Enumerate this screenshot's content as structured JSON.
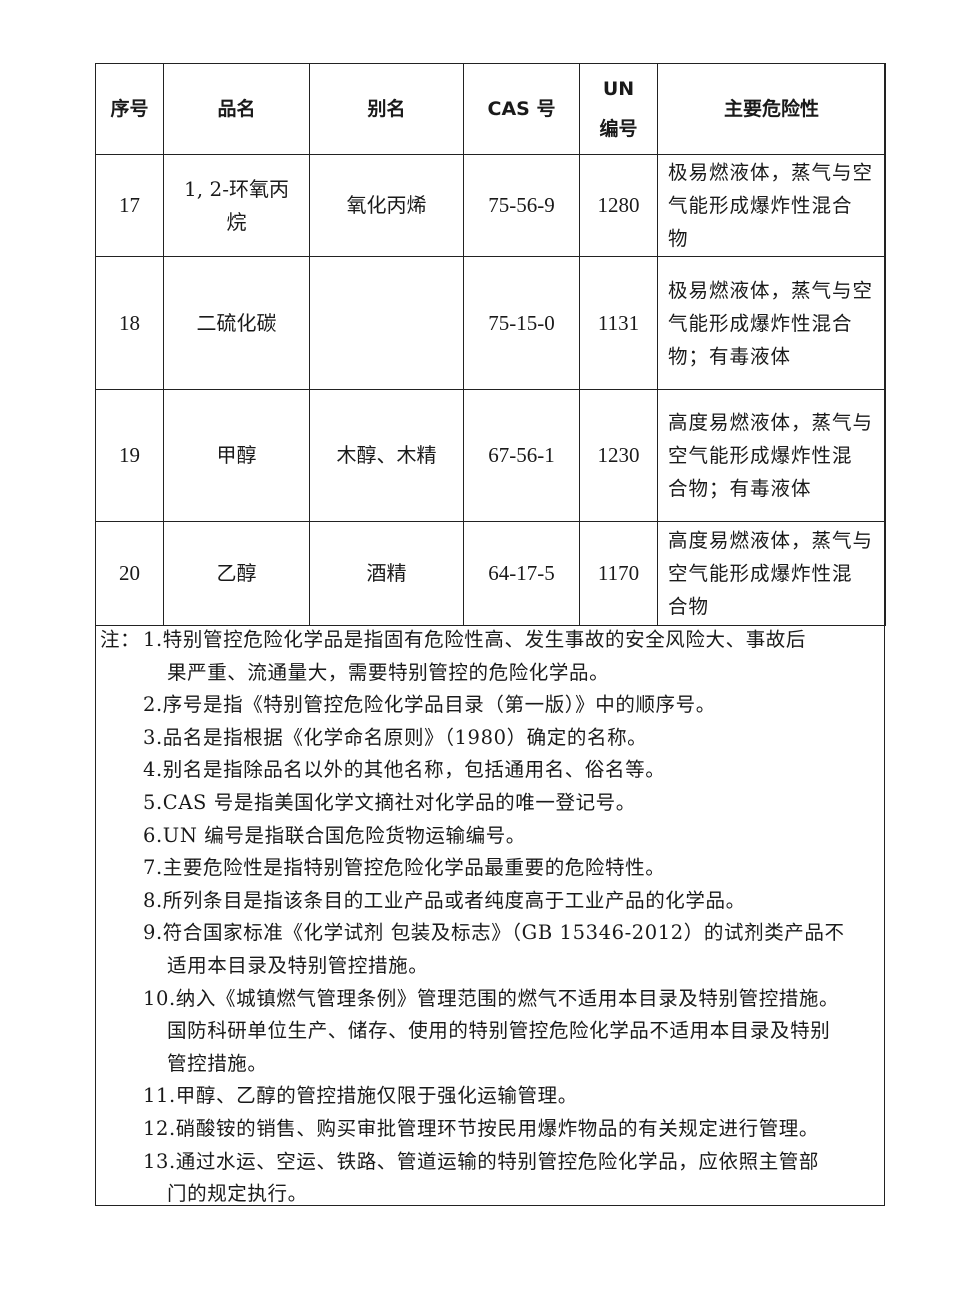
{
  "table": {
    "headers": {
      "seq": "序号",
      "name": "品名",
      "alias": "别名",
      "cas": "CAS 号",
      "un_line1": "UN",
      "un_line2": "编号",
      "hazard": "主要危险性"
    },
    "rows": [
      {
        "seq": "17",
        "name_l1": "1, 2-环氧丙",
        "name_l2": "烷",
        "alias": "氧化丙烯",
        "cas": "75-56-9",
        "un": "1280",
        "hazard_l1": "极易燃液体，蒸气与空",
        "hazard_l2": "气能形成爆炸性混合",
        "hazard_l3": "物"
      },
      {
        "seq": "18",
        "name_l1": "二硫化碳",
        "name_l2": "",
        "alias": "",
        "cas": "75-15-0",
        "un": "1131",
        "hazard_l1": "极易燃液体，蒸气与空",
        "hazard_l2": "气能形成爆炸性混合",
        "hazard_l3": "物；有毒液体"
      },
      {
        "seq": "19",
        "name_l1": "甲醇",
        "name_l2": "",
        "alias": "木醇、木精",
        "cas": "67-56-1",
        "un": "1230",
        "hazard_l1": "高度易燃液体，蒸气与",
        "hazard_l2": "空气能形成爆炸性混",
        "hazard_l3": "合物；有毒液体"
      },
      {
        "seq": "20",
        "name_l1": "乙醇",
        "name_l2": "",
        "alias": "酒精",
        "cas": "64-17-5",
        "un": "1170",
        "hazard_l1": "高度易燃液体，蒸气与",
        "hazard_l2": "空气能形成爆炸性混",
        "hazard_l3": "合物"
      }
    ]
  },
  "notes": {
    "prefix": "注：",
    "n1_l1": "1.特别管控危险化学品是指固有危险性高、发生事故的安全风险大、事故后",
    "n1_l2": "果严重、流通量大，需要特别管控的危险化学品。",
    "n2": "2.序号是指《特别管控危险化学品目录（第一版）》中的顺序号。",
    "n3": "3.品名是指根据《化学命名原则》（1980）确定的名称。",
    "n4": "4.别名是指除品名以外的其他名称，包括通用名、俗名等。",
    "n5": "5.CAS 号是指美国化学文摘社对化学品的唯一登记号。",
    "n6": "6.UN 编号是指联合国危险货物运输编号。",
    "n7": "7.主要危险性是指特别管控危险化学品最重要的危险特性。",
    "n8": "8.所列条目是指该条目的工业产品或者纯度高于工业产品的化学品。",
    "n9_l1": "9.符合国家标准《化学试剂 包装及标志》（GB 15346-2012）的试剂类产品不",
    "n9_l2": "适用本目录及特别管控措施。",
    "n10_l1": "10.纳入《城镇燃气管理条例》管理范围的燃气不适用本目录及特别管控措施。",
    "n10_l2": "国防科研单位生产、储存、使用的特别管控危险化学品不适用本目录及特别",
    "n10_l3": "管控措施。",
    "n11": "11.甲醇、乙醇的管控措施仅限于强化运输管理。",
    "n12": "12.硝酸铵的销售、购买审批管理环节按民用爆炸物品的有关规定进行管理。",
    "n13_l1": "13.通过水运、空运、铁路、管道运输的特别管控危险化学品，应依照主管部",
    "n13_l2": "门的规定执行。"
  }
}
